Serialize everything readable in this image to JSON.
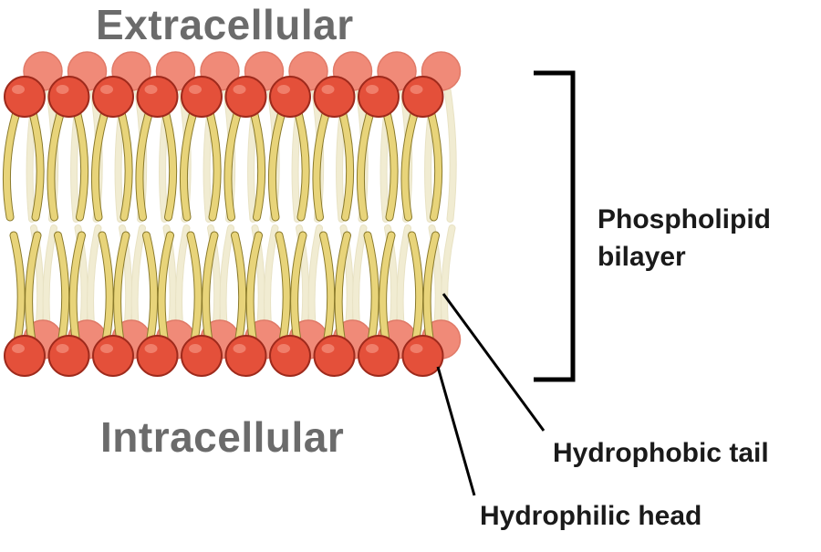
{
  "labels": {
    "extracellular": "Extracellular",
    "intracellular": "Intracellular",
    "bilayer_line1": "Phospholipid",
    "bilayer_line2": "bilayer",
    "tail": "Hydrophobic tail",
    "head": "Hydrophilic head"
  },
  "colors": {
    "head_fill": "#e4503a",
    "head_fill_back": "#f08a78",
    "head_stroke": "#9e2a1c",
    "tail_fill": "#e8d47a",
    "tail_stroke": "#8a7a2c",
    "tail_back": "#f1ecd2",
    "region_text": "#6b6b6b",
    "callout_text": "#1a1a1a"
  },
  "diagram": {
    "front_molecules_per_leaflet": 10,
    "back_molecules_per_leaflet": 10
  }
}
